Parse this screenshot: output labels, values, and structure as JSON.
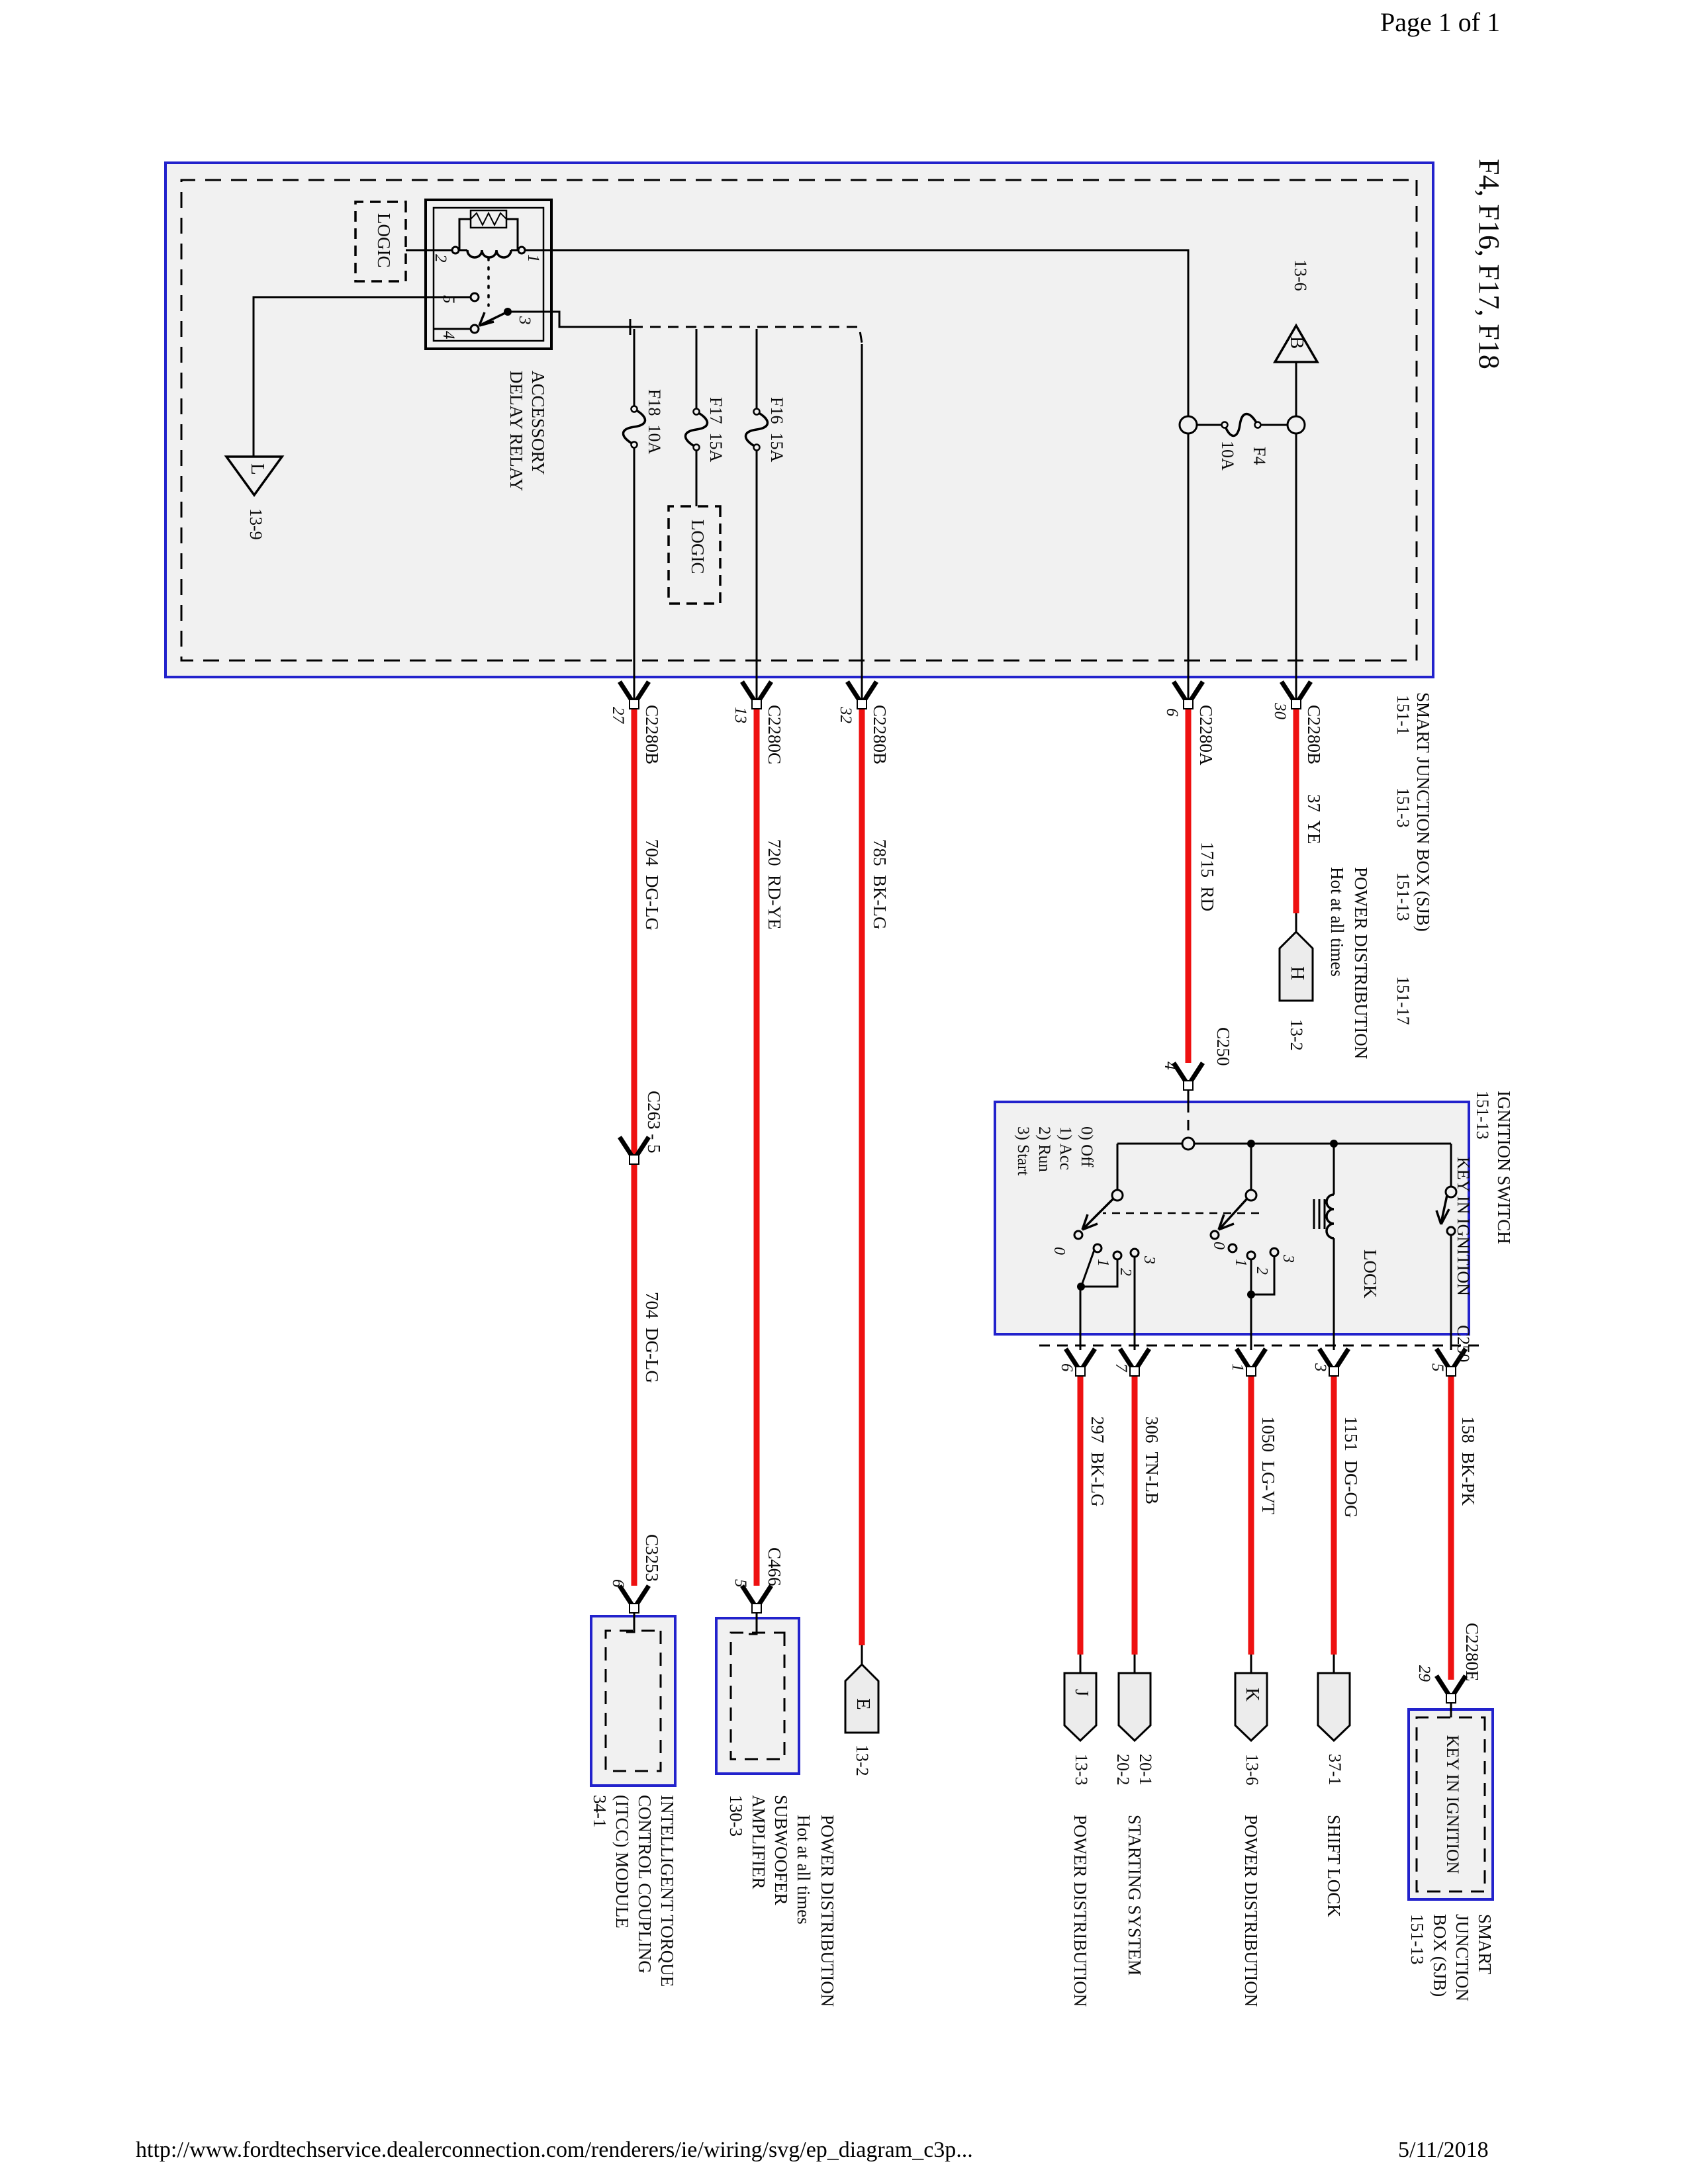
{
  "page": {
    "header": "Page 1 of 1",
    "footer_url": "http://www.fordtechservice.dealerconnection.com/renderers/ie/wiring/svg/ep_diagram_c3p...",
    "footer_date": "5/11/2018",
    "title": "F4, F16, F17, F18"
  },
  "colors": {
    "box_blue": "#2222cc",
    "wire_red": "#ee1111"
  },
  "sjb": {
    "title": "SMART JUNCTION BOX (SJB)",
    "refs": [
      "151-1",
      "151-3",
      "151-13",
      "151-17"
    ],
    "relay": {
      "line1": "ACCESSORY",
      "line2": "DELAY RELAY",
      "p1": "1",
      "p2": "2",
      "p3": "3",
      "p4": "4",
      "p5": "5",
      "logic": "LOGIC"
    },
    "fuse_logic": "LOGIC",
    "f4": "F4",
    "f4_amp": "10A",
    "f16": "F16  15A",
    "f17": "F17  15A",
    "f18": "F18  10A",
    "ground": {
      "letter": "L",
      "ref": "13-9"
    },
    "feed": {
      "letter": "B",
      "ref": "13-6"
    }
  },
  "outputs": [
    {
      "conn": "C2280B",
      "pin": "27",
      "wire": "704  DG-LG",
      "inline": "C263 - 5",
      "wire2": "704  DG-LG",
      "dest_conn": "C3253",
      "dest_pin": "6"
    },
    {
      "conn": "C2280C",
      "pin": "13",
      "wire": "720  RD-YE",
      "dest_conn": "C466",
      "dest_pin": "5"
    },
    {
      "conn": "C2280B",
      "pin": "32",
      "wire": "785  BK-LG",
      "dest_letter": "E",
      "dest_ref": "13-2",
      "desc1": "POWER DISTRIBUTION",
      "desc2": "Hot at all times"
    },
    {
      "conn": "C2280A",
      "pin": "6",
      "wire": "1715  RD",
      "dest_conn": "C250",
      "dest_pin": "4"
    },
    {
      "conn": "C2280B",
      "pin": "30",
      "wire": "37  YE",
      "dest_letter": "H",
      "dest_ref": "13-2",
      "desc1": "POWER DISTRIBUTION",
      "desc2": "Hot at all times"
    }
  ],
  "modules": {
    "itcc": [
      "INTELLIGENT TORQUE",
      "CONTROL COUPLING",
      "(ITCC) MODULE",
      "34-1"
    ],
    "subwoofer": [
      "SUBWOOFER",
      "AMPLIFIER",
      "130-3"
    ]
  },
  "ignition": {
    "title": "IGNITION SWITCH",
    "ref": "151-13",
    "legend": [
      "0) Off",
      "1) Acc",
      "2) Run",
      "3) Start"
    ],
    "key_label": "KEY IN IGNITION",
    "lock_label": "LOCK",
    "c250": "C250",
    "sec1": [
      "0",
      "1",
      "2",
      "3"
    ],
    "sec2": [
      "0",
      "1",
      "2",
      "3"
    ],
    "outs": [
      {
        "pin": "6",
        "wire": "297  BK-LG",
        "letter": "J",
        "ref": "13-3",
        "desc": "POWER DISTRIBUTION"
      },
      {
        "pin": "7",
        "wire": "306  TN-LB",
        "letter": "",
        "ref": "20-1",
        "ref2": "20-2",
        "desc": "STARTING SYSTEM"
      },
      {
        "pin": "1",
        "wire": "1050  LG-VT",
        "letter": "K",
        "ref": "13-6",
        "desc": "POWER DISTRIBUTION"
      },
      {
        "pin": "3",
        "wire": "1151  DG-OG",
        "letter": "",
        "ref": "37-1",
        "desc": "SHIFT LOCK"
      },
      {
        "pin": "5",
        "wire": "158  BK-PK",
        "conn": "C2280E",
        "conn_pin": "29",
        "box_label": "KEY IN IGNITION",
        "box_refs": [
          "SMART",
          "JUNCTION",
          "BOX (SJB)",
          "151-13"
        ]
      }
    ]
  }
}
